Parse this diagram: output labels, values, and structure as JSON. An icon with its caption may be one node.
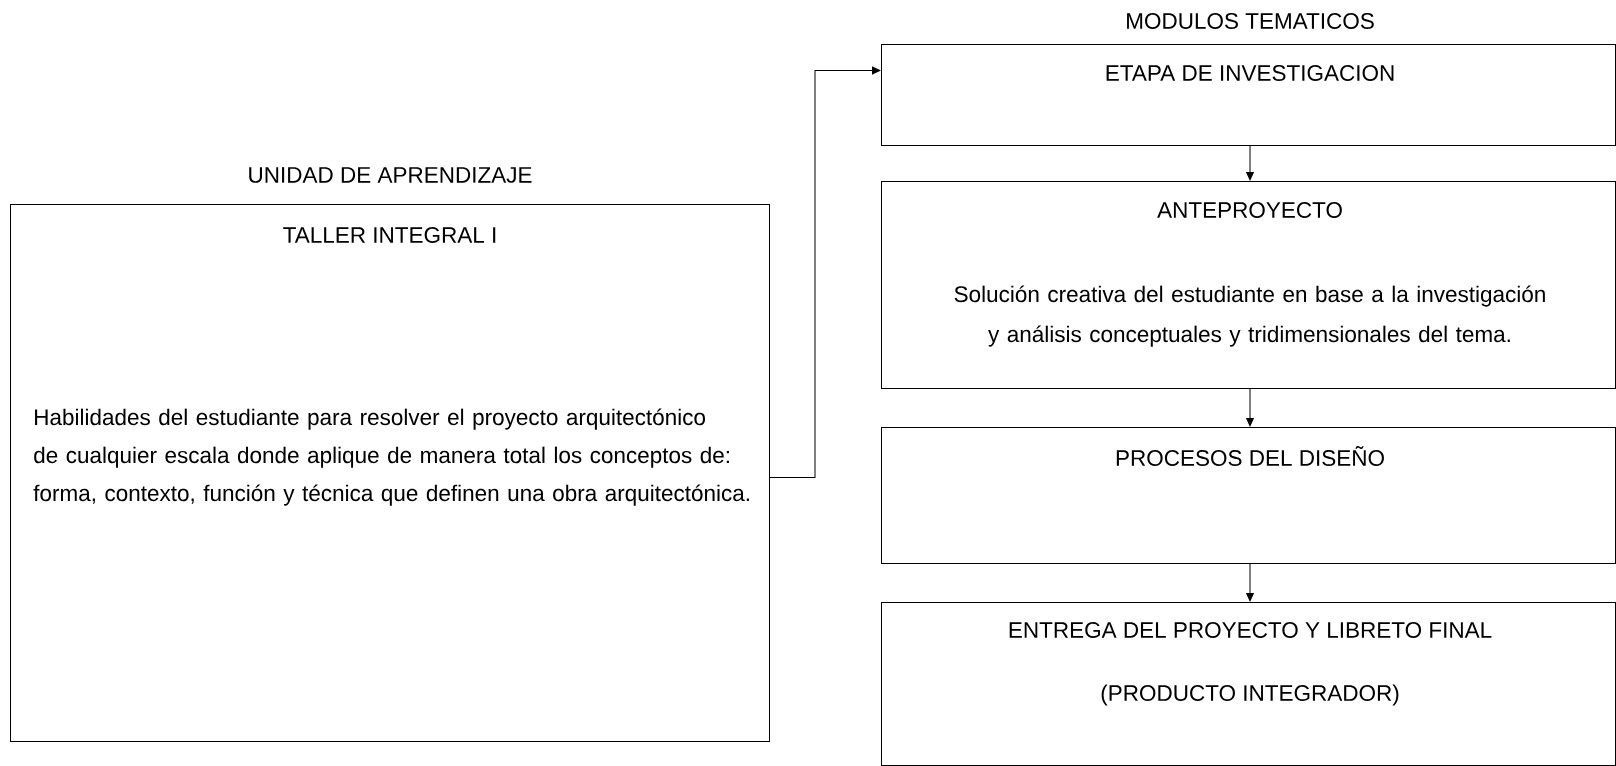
{
  "diagram": {
    "nodes": [
      {
        "text": [
          "UNIDAD DE APRENDIZAJE",
          "TALLER INTEGRAL I",
          "Habilidades del estudiante para resolver el proyecto arquitectónico de cualquier escala donde aplique de manera total los conceptos de: forma, contexto, función y técnica que definen una obra arquitectónica."
        ]
      },
      {
        "text": [
          "ETAPA DE INVESTIGACION"
        ]
      },
      {
        "text": [
          "ANTEPROYECTO",
          "Solución creativa del estudiante en base a la investigación y análisis conceptuales y tridimensionales del tema."
        ]
      },
      {
        "text": [
          "PROCESOS DEL DISEÑO"
        ]
      },
      {
        "text": [
          "ENTREGA DEL PROYECTO Y LIBRETO FINAL",
          "(PRODUCTO INTEGRADOR)"
        ]
      }
    ],
    "edges": [
      {
        "from": 0,
        "to": 1,
        "arrow": "to"
      },
      {
        "from": 1,
        "to": 2,
        "arrow": "to"
      },
      {
        "from": 2,
        "to": 3,
        "arrow": "to"
      },
      {
        "from": 3,
        "to": 4,
        "arrow": "to"
      }
    ],
    "labels": [
      "MODULOS TEMATICOS"
    ]
  }
}
